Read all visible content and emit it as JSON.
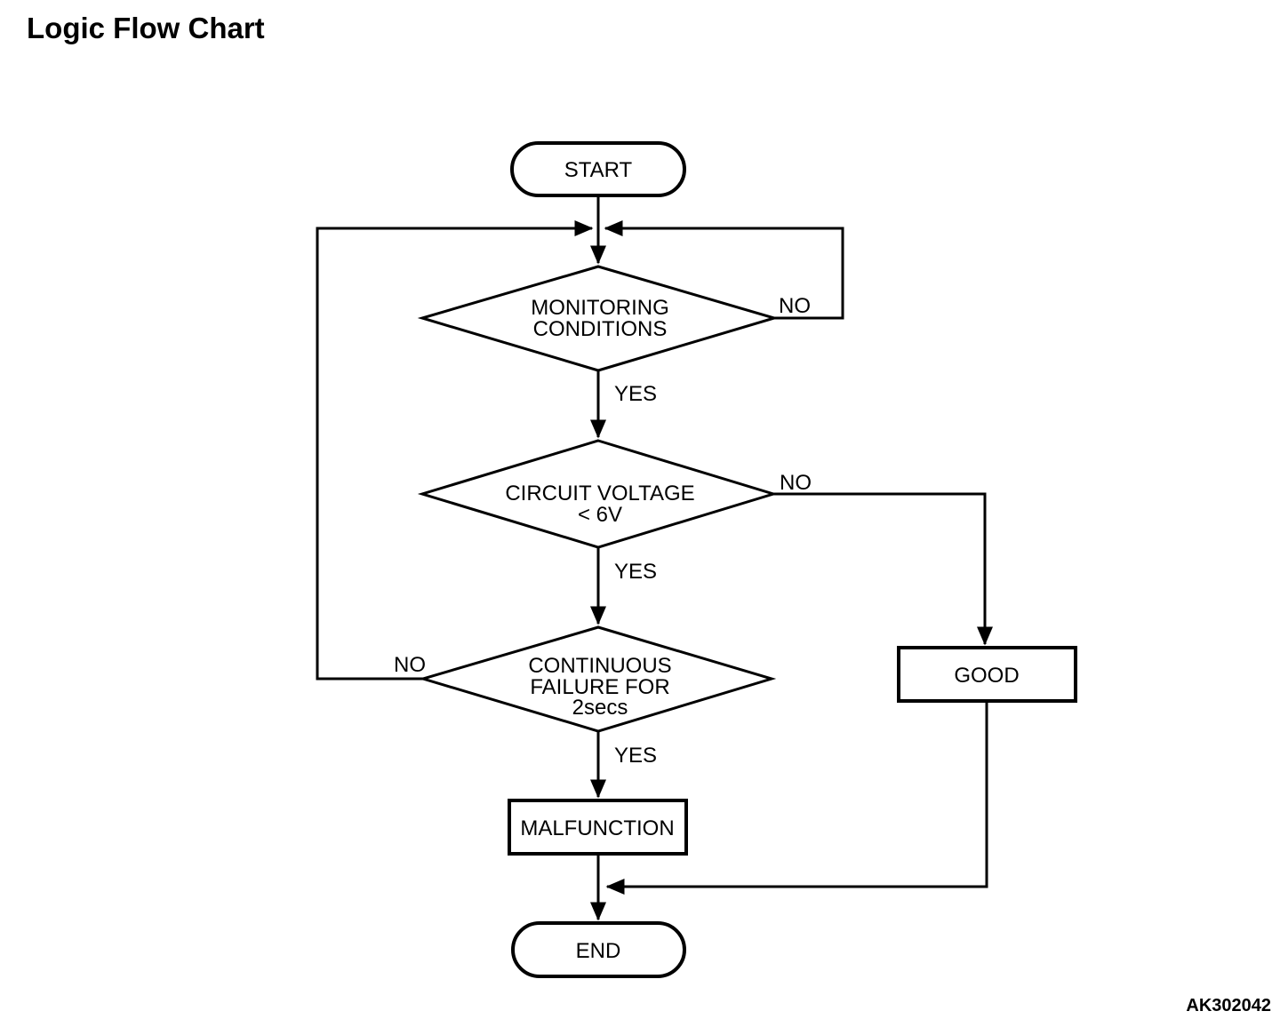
{
  "title": "Logic Flow Chart",
  "figure_code": "AK302042",
  "colors": {
    "ink": "#000000",
    "background": "#ffffff"
  },
  "nodes": {
    "start": {
      "type": "terminator",
      "label": "START"
    },
    "monitoring_conditions": {
      "type": "decision",
      "line1": "MONITORING",
      "line2": "CONDITIONS"
    },
    "circuit_voltage": {
      "type": "decision",
      "line1": "CIRCUIT VOLTAGE",
      "line2": "< 6V"
    },
    "continuous_failure": {
      "type": "decision",
      "line1": "CONTINUOUS",
      "line2": "FAILURE FOR",
      "line3": "2secs"
    },
    "good": {
      "type": "process",
      "label": "GOOD"
    },
    "malfunction": {
      "type": "process",
      "label": "MALFUNCTION"
    },
    "end": {
      "type": "terminator",
      "label": "END"
    }
  },
  "edge_labels": {
    "monitoring_no": "NO",
    "monitoring_yes": "YES",
    "voltage_no": "NO",
    "voltage_yes": "YES",
    "failure_no": "NO",
    "failure_yes": "YES"
  }
}
